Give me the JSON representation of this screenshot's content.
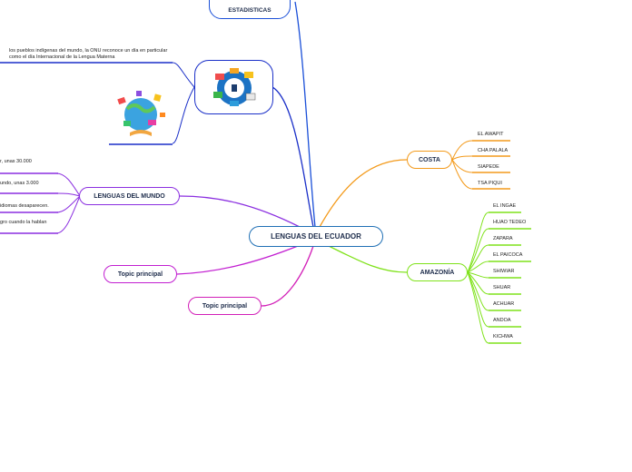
{
  "center": {
    "label": "LENGUAS DEL ECUADOR"
  },
  "branches": {
    "estadisticas": {
      "label": "ESTADISTICAS"
    },
    "costa": {
      "label": "COSTA",
      "items": [
        "EL AWAPIT",
        "CHA PALALA",
        "SIAPEDE",
        "TSA PIQUI"
      ]
    },
    "amazonia": {
      "label": "AMAZONÍA",
      "items": [
        "EL INGAE",
        "HUAO TEDEO",
        "ZAPARA",
        "EL PAICOCA",
        "SHIWIAR",
        "SHUAR",
        "ACHUAR",
        "ANDOA",
        "KICHWA"
      ]
    },
    "mundo": {
      "label": "LENGUAS DEL MUNDO",
      "notes": [
        "r, unas 30.000",
        "undo, unas 3.000",
        "idiomas desaparecen.",
        "gro cuando la hablan"
      ]
    },
    "topic1": {
      "label": "Topic principal"
    },
    "topic2": {
      "label": "Topic principal"
    },
    "image_topic": {
      "note": "los pueblos indígenas del mundo, la ONU reconoce un día en particular como el día Internacional de la Lengua Materna"
    }
  },
  "colors": {
    "center": "#1f6fb5",
    "estadisticas": "#1a4fd8",
    "costa": "#f39a1b",
    "amazonia": "#7fe21a",
    "mundo": "#8b2fe0",
    "topic1": "#c21fd1",
    "topic2": "#d21fb8",
    "image_topic": "#1a2fc8"
  }
}
